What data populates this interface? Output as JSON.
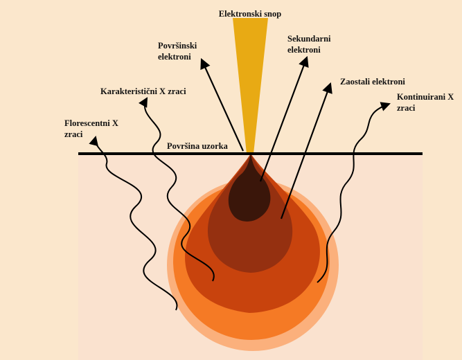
{
  "colors": {
    "background": "#fbe7cc",
    "sample": "#fae2cf",
    "surface_line": "#000000",
    "beam": "#e8aa14",
    "zone_outer": "#fbb07c",
    "zone_orange": "#f57a25",
    "zone_rust": "#c8430d",
    "zone_brown": "#953010",
    "zone_core": "#3a160a",
    "arrows": "#000000"
  },
  "labels": {
    "beam": "Elektronski snop",
    "surface_electrons": [
      "Površinski",
      "elektroni"
    ],
    "secondary_electrons": [
      "Sekundarni",
      "elektroni"
    ],
    "backscattered_electrons": "Zaostali elektroni",
    "characteristic_xrays": "Karakteristični X zraci",
    "continuum_xrays": [
      "Kontinuirani X",
      "zraci"
    ],
    "fluorescent_xrays": [
      "Florescentni X",
      "zraci"
    ],
    "sample_surface": "Površina uzorka"
  }
}
